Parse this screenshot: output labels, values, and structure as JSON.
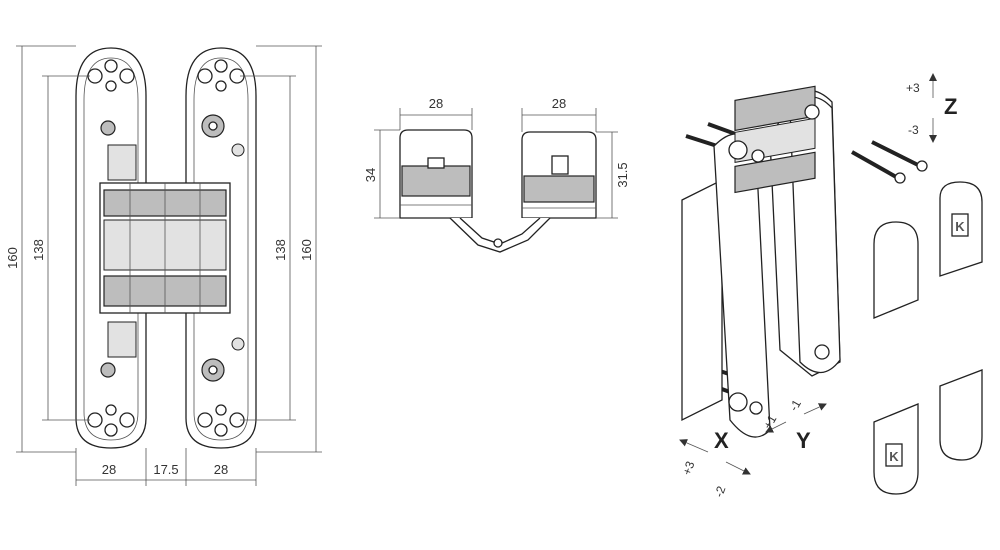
{
  "front_view": {
    "overall_height": "160",
    "plate_height": "138",
    "right_plate_height": "138",
    "right_overall_height": "160",
    "left_width": "28",
    "gap_width": "17.5",
    "right_width": "28"
  },
  "top_view": {
    "left_width": "28",
    "right_width": "28",
    "left_depth": "34",
    "right_depth": "31.5"
  },
  "adjustment": {
    "z_axis": "Z",
    "z_plus": "+3",
    "z_minus": "-3",
    "x_axis": "X",
    "x_plus": "+3",
    "x_minus": "-2",
    "y_axis": "Y",
    "y_plus": "+1",
    "y_minus": "-1"
  },
  "colors": {
    "line": "#222222",
    "dimension": "#555555",
    "shade": "#bdbdbd"
  },
  "icons": {
    "cover_cap_logo": "brand-k-logo-icon"
  }
}
